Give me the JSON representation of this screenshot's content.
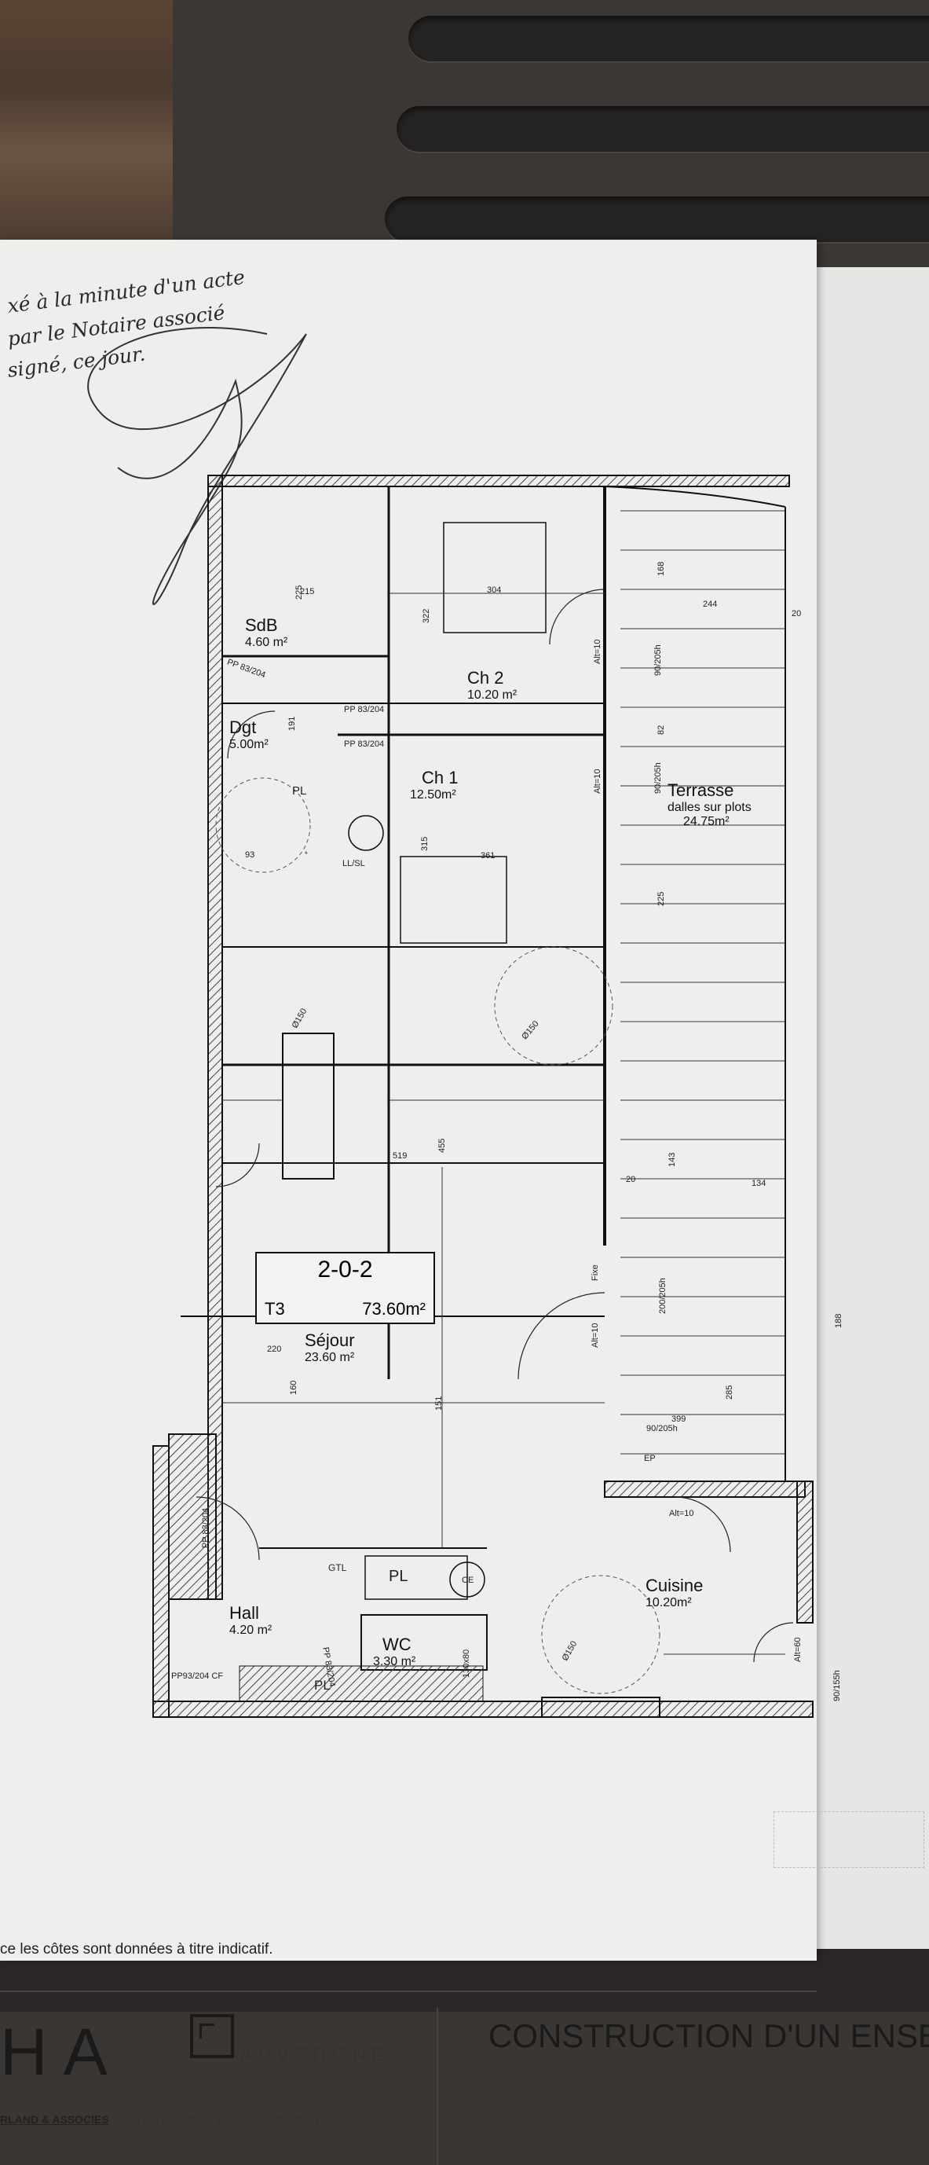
{
  "handwritten_note": {
    "line1": "xé à la minute d'un acte",
    "line2": "par le Notaire associé",
    "line3": "signé, ce jour."
  },
  "unit": {
    "id": "2-0-2",
    "type": "T3",
    "area": "73.60m²"
  },
  "rooms": {
    "sdb": {
      "name": "SdB",
      "area": "4.60 m²"
    },
    "ch2": {
      "name": "Ch 2",
      "area": "10.20 m²"
    },
    "dgt": {
      "name": "Dgt",
      "area": "5.00m²"
    },
    "ch1": {
      "name": "Ch 1",
      "area": "12.50m²"
    },
    "terrasse": {
      "name": "Terrasse",
      "note": "dalles sur plots",
      "area": "24.75m²"
    },
    "sejour": {
      "name": "Séjour",
      "area": "23.60 m²"
    },
    "cuisine": {
      "name": "Cuisine",
      "area": "10.20m²"
    },
    "hall": {
      "name": "Hall",
      "area": "4.20 m²"
    },
    "wc": {
      "name": "WC",
      "area": "3.30 m²"
    }
  },
  "fixtures": {
    "pl_dgt": "PL",
    "pl_wc": "PL",
    "pl_hall": "PL",
    "gtl": "GTL",
    "ce": "CE",
    "ll_sl": "LL/SL",
    "ep": "EP",
    "fixe": "Fixe",
    "wc_size": "130x80"
  },
  "doors": {
    "pp_sdb": "PP 83/204",
    "pp_dgt1": "PP 83/204",
    "pp_dgt2": "PP 83/204",
    "pp_hall": "PP 83/204",
    "pp_entry": "PP93/204 CF",
    "pp_wc": "PP 83/204",
    "alt10_ch2": "Alt=10",
    "alt10_ch1": "Alt=10",
    "alt10_sejour": "Alt=10",
    "alt10_cuisine": "Alt=10",
    "alt60_cuisine": "Alt=60",
    "fen_ch2": "90/205h",
    "fen_ch1": "90/205h",
    "fen_sejour": "200/205h",
    "fen_sejour2": "90/205h",
    "fen_cuisine": "90/155h"
  },
  "dimensions": {
    "d225": "225",
    "d215": "215",
    "d304": "304",
    "d322": "322",
    "d168": "168",
    "d244": "244",
    "d20a": "20",
    "d82": "82",
    "d191": "191",
    "d93": "93",
    "d315": "315",
    "d361": "361",
    "d225b": "225",
    "d455": "455",
    "d519": "519",
    "d143": "143",
    "d134": "134",
    "d20b": "20",
    "d220": "220",
    "d160": "160",
    "d151": "151",
    "d285": "285",
    "d399": "399",
    "d188": "188",
    "d150a": "Ø150",
    "d150b": "Ø150",
    "d150c": "Ø150"
  },
  "disclaimer": "ce les côtes sont données à titre indicatif.",
  "footer": {
    "logo": "HA",
    "logo_sub": "AUVERGNE",
    "firm": "RLAND & ASSOCIES",
    "address": "8 rue Massillon - 63000  CLERMONT-FERRAND",
    "phones": "Tél : 04-73-90-77-20 - Fax: 04-73-91-81-07",
    "project": "CONSTRUCTION D'UN ENSE"
  },
  "colors": {
    "paper": "#eeeeec",
    "ink": "#111111",
    "hatch": "#444444"
  }
}
